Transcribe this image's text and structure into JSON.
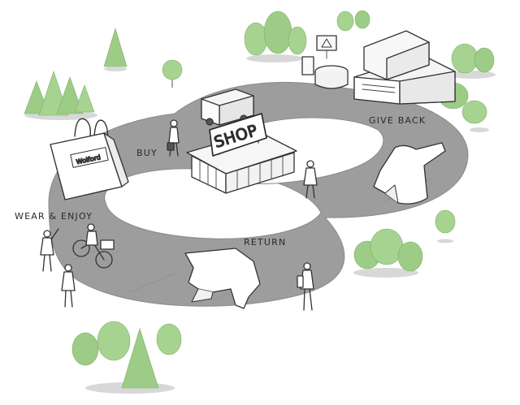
{
  "labels": {
    "buy": "BUY",
    "give_back": "GIVE BACK",
    "wear_enjoy": "WEAR & ENJOY",
    "return": "RETURN",
    "shop_sign": "SHOP",
    "bag_brand": "Wolford"
  },
  "colors": {
    "road": "#9c9c9c",
    "road_edge": "#8a8a8a",
    "tree": "#9ccc86",
    "tree_dark": "#86b872",
    "ink": "#333333"
  }
}
